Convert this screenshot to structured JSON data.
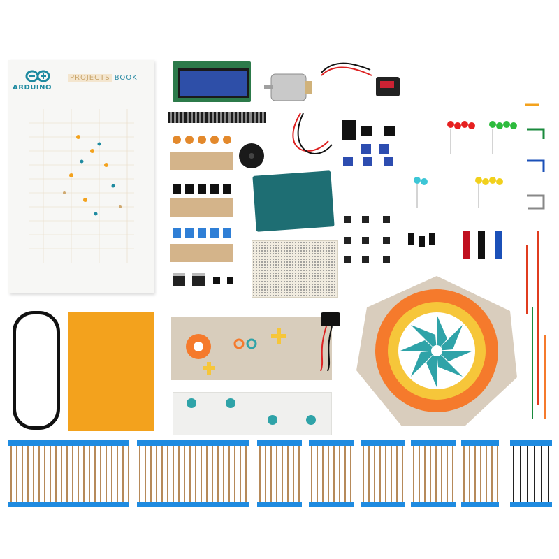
{
  "book": {
    "brand": "ARDUINO",
    "title_part1": "PROJECTS",
    "title_part2": "BOOK"
  },
  "colors": {
    "arduino_teal": "#1e8aa0",
    "book_accent": "#c9a56b",
    "orange_plate": "#f3a21d",
    "pcb_green": "#2c7a4a",
    "lcd_blue": "#2e4fa8",
    "uno_board": "#1e6e73",
    "resistor_tape": "#1f8be0"
  },
  "icons": {
    "logo": "infinity-logo-icon"
  }
}
